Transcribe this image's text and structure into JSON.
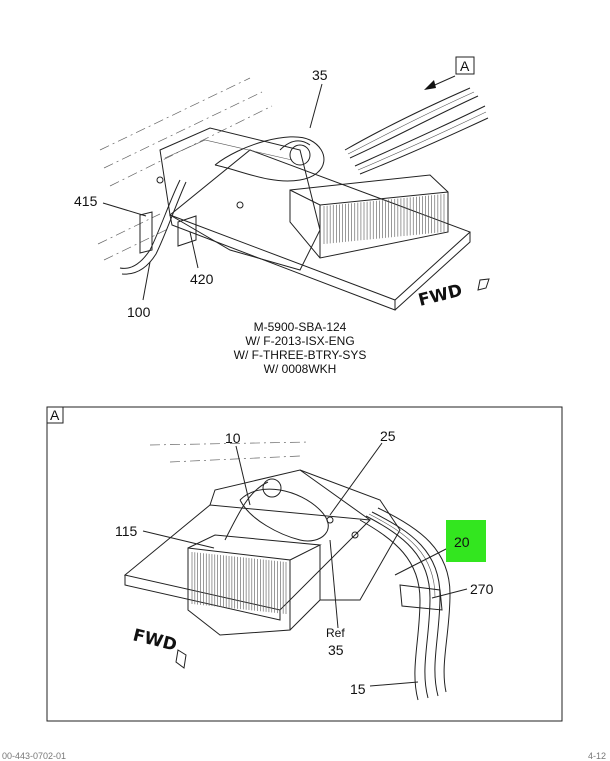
{
  "top_view": {
    "callout_box": "A",
    "callouts": {
      "c35": "35",
      "c415": "415",
      "c420": "420",
      "c100": "100"
    },
    "fwd_label": "FWD",
    "caption": [
      "M-5900-SBA-124",
      "W/ F-2013-ISX-ENG",
      "W/ F-THREE-BTRY-SYS",
      "W/ 0008WKH"
    ]
  },
  "detail_view": {
    "frame_label": "A",
    "callouts": {
      "c10": "10",
      "c25": "25",
      "c115": "115",
      "c20": "20",
      "c270": "270",
      "ref": "Ref",
      "ref35": "35",
      "c15": "15"
    },
    "highlight_color": "#33e61f",
    "fwd_label": "FWD"
  },
  "footer": {
    "left": "00-443-0702-01",
    "right": "4-12"
  }
}
